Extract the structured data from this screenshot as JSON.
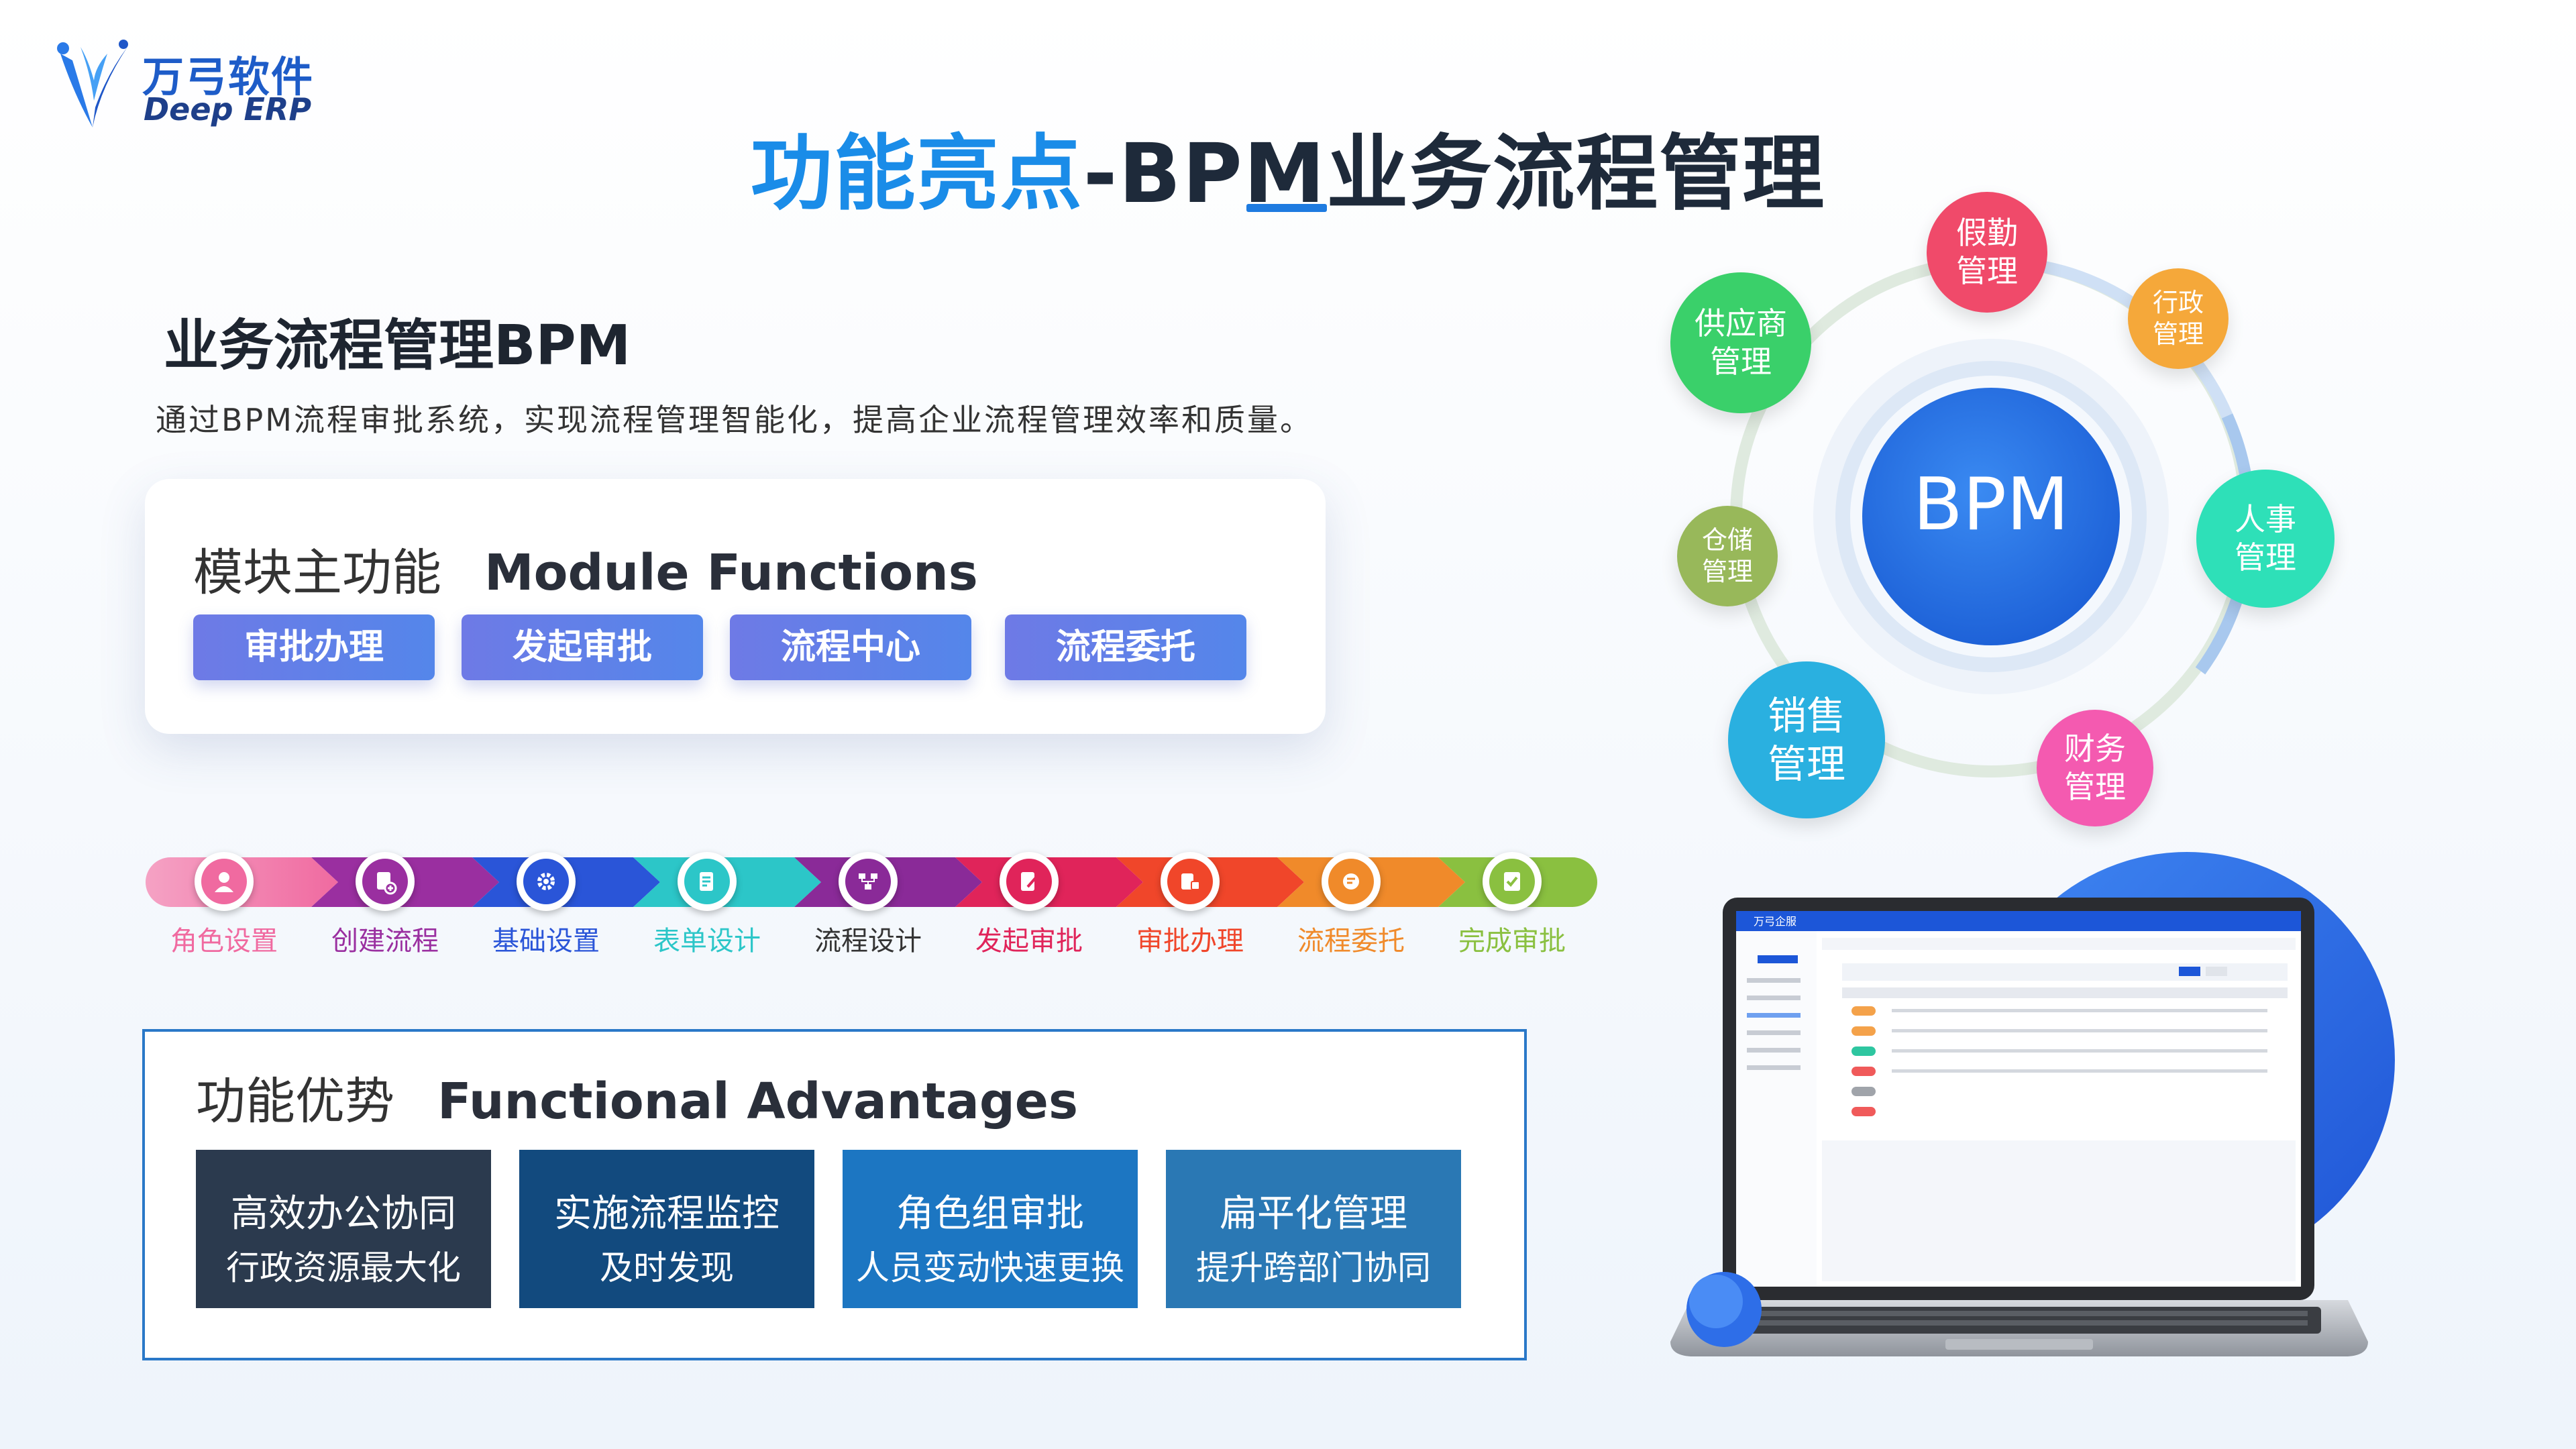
{
  "logo": {
    "cn": "万弓软件",
    "en": "Deep ERP"
  },
  "title": {
    "highlight": "功能亮点",
    "rest": "-BPM业务流程管理"
  },
  "section": {
    "heading": "业务流程管理BPM",
    "description": "通过BPM流程审批系统，实现流程管理智能化，提高企业流程管理效率和质量。"
  },
  "module": {
    "title_cn": "模块主功能",
    "title_en": "Module Functions",
    "buttons": [
      "审批办理",
      "发起审批",
      "流程中心",
      "流程委托"
    ]
  },
  "process": {
    "steps": [
      {
        "label": "角色设置",
        "color": "#f06aa0"
      },
      {
        "label": "创建流程",
        "color": "#9a2fa0"
      },
      {
        "label": "基础设置",
        "color": "#2a55d8"
      },
      {
        "label": "表单设计",
        "color": "#2cc6c8"
      },
      {
        "label": "流程设计",
        "color": "#8a2a98"
      },
      {
        "label": "发起审批",
        "color": "#e0245a"
      },
      {
        "label": "审批办理",
        "color": "#f0462a"
      },
      {
        "label": "流程委托",
        "color": "#f08a2a"
      },
      {
        "label": "完成审批",
        "color": "#8ac040"
      }
    ]
  },
  "advantages": {
    "title_cn": "功能优势",
    "title_en": "Functional Advantages",
    "items": [
      {
        "line1": "高效办公协同",
        "line2": "行政资源最大化",
        "color": "#2b3a4e"
      },
      {
        "line1": "实施流程监控",
        "line2": "及时发现",
        "color": "#124a7e"
      },
      {
        "line1": "角色组审批",
        "line2": "人员变动快速更换",
        "color": "#1c76c2"
      },
      {
        "line1": "扁平化管理",
        "line2": "提升跨部门协同",
        "color": "#2a78b4"
      }
    ]
  },
  "bpm_ring": {
    "center": "BPM",
    "nodes": [
      {
        "line1": "假勤",
        "line2": "管理",
        "color": "#f04a6a"
      },
      {
        "line1": "行政",
        "line2": "管理",
        "color": "#f5a83a"
      },
      {
        "line1": "人事",
        "line2": "管理",
        "color": "#2ee0b8"
      },
      {
        "line1": "财务",
        "line2": "管理",
        "color": "#f45ab0"
      },
      {
        "line1": "销售",
        "line2": "管理",
        "color": "#2ab0e0"
      },
      {
        "line1": "仓储",
        "line2": "管理",
        "color": "#98b85a"
      },
      {
        "line1": "供应商",
        "line2": "管理",
        "color": "#3ad06a"
      }
    ]
  },
  "laptop": {
    "app_name": "万弓企服"
  }
}
